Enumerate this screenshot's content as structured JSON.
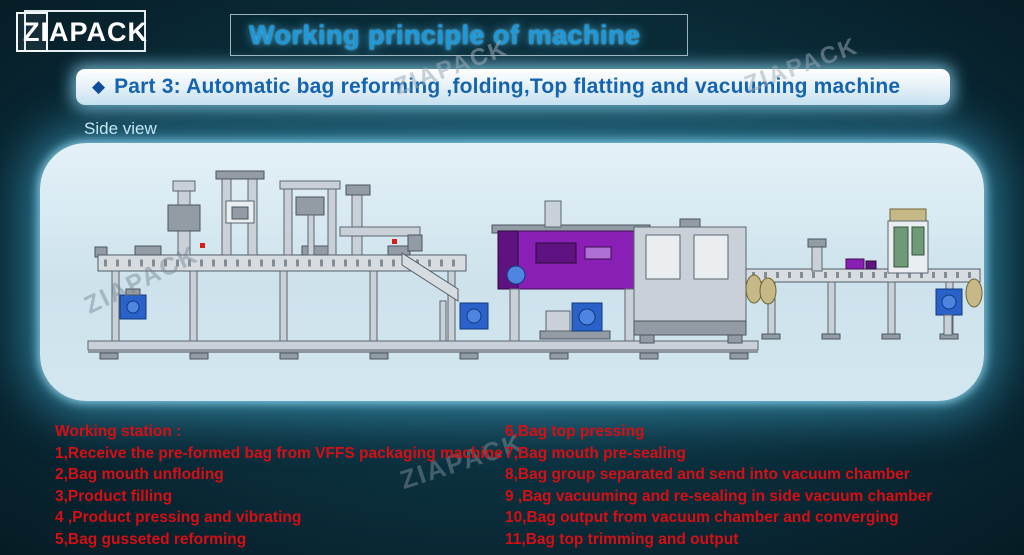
{
  "logo": {
    "text": "ZIAPACK"
  },
  "header": {
    "title": "Working principle of machine"
  },
  "banner": {
    "bullet": "◆",
    "text": "Part 3: Automatic bag reforming ,folding,Top flatting and vacuuming machine"
  },
  "view_label": "Side view",
  "watermark_text": "ZIAPACK",
  "workstations": {
    "heading": "Working station :",
    "left": [
      "1,Receive the pre-formed bag from VFFS packaging machine",
      "2,Bag mouth unfloding",
      "3,Product filling",
      "4 ,Product pressing and vibrating",
      "5,Bag gusseted reforming"
    ],
    "right": [
      "6,Bag top pressing",
      "7,Bag mouth pre-sealing",
      "8,Bag group separated and send into vacuum chamber",
      "9 ,Bag vacuuming and re-sealing in side vacuum chamber",
      "10,Bag output from vacuum chamber and converging",
      "11,Bag top trimming and output"
    ]
  },
  "colors": {
    "background_dark_teal": "#0c3240",
    "panel_light_blue": "#cde2ec",
    "glow_cyan": "#50c3eb",
    "title_blue": "#1d98da",
    "banner_text_blue": "#1563b0",
    "list_red": "#d50f14",
    "machine_purple": "#8a1fb5",
    "motor_blue": "#2a62c9",
    "station_green": "#6f9a77",
    "roller_tan": "#c6b987"
  }
}
